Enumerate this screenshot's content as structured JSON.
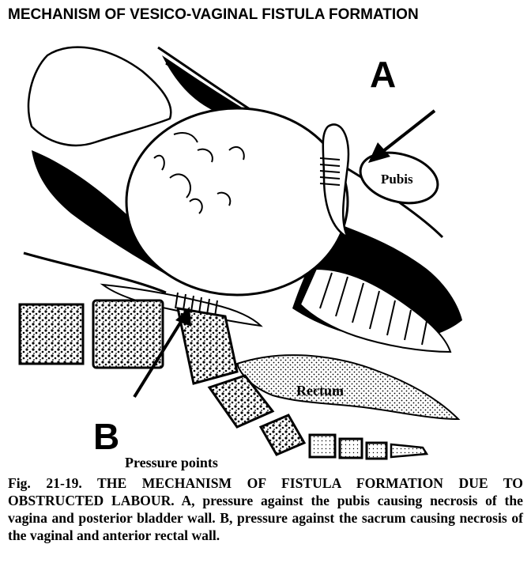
{
  "title": "MECHANISM OF VESICO-VAGINAL FISTULA FORMATION",
  "labels": {
    "a": "A",
    "b": "B",
    "pubis": "Pubis",
    "rectum": "Rectum",
    "pressure_points": "Pressure points"
  },
  "caption": "Fig. 21-19. THE MECHANISM OF FISTULA FORMATION DUE TO OBSTRUCTED LABOUR. A, pressure against the pubis causing necrosis of the vagina and posterior bladder wall. B, pressure against the sacrum causing necrosis of the vaginal and anterior rectal wall."
}
